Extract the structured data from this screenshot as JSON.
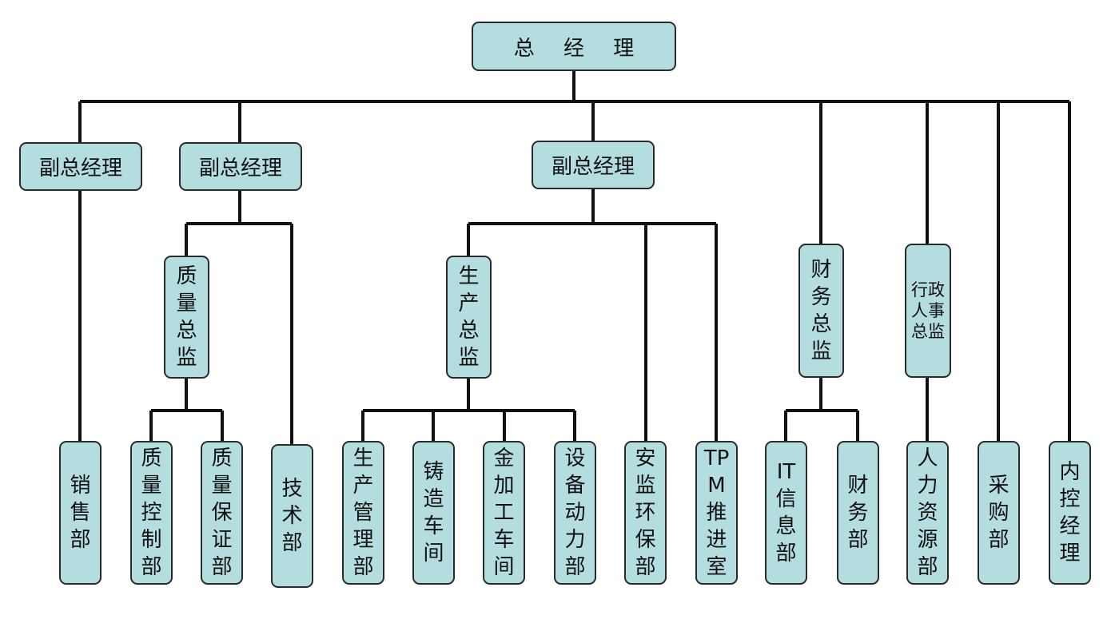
{
  "top": {
    "label": "总 经 理"
  },
  "vps": [
    {
      "label": "副总经理"
    },
    {
      "label": "副总经理"
    },
    {
      "label": "副总经理"
    }
  ],
  "directors": {
    "quality": "质量总监",
    "production": "生产总监",
    "finance": "财务总监",
    "admin": "行政人事总监"
  },
  "departments": {
    "sales": "销售部",
    "quality_control": "质量控制部",
    "quality_assurance": "质量保证部",
    "technology": "技术部",
    "production_mgmt": "生产管理部",
    "casting": "铸造车间",
    "machining": "金加工车间",
    "equipment": "设备动力部",
    "safety_env": "安监环保部",
    "tpm": "TPM推进室",
    "it": "IT信息部",
    "finance": "财务部",
    "hr": "人力资源部",
    "purchasing": "采购部",
    "internal_control": "内控经理"
  },
  "colors": {
    "box_fill": "#b4dde0",
    "line": "#111111"
  }
}
